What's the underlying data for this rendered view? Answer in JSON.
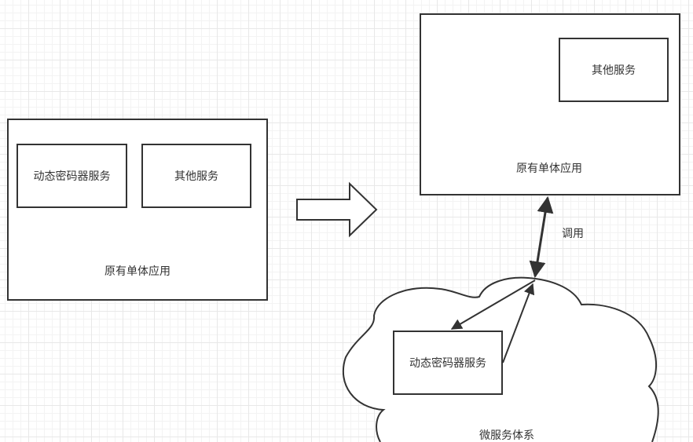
{
  "left_panel": {
    "container_label": "原有单体应用",
    "box1_label": "动态密码器服务",
    "box2_label": "其他服务"
  },
  "right_panel": {
    "container_label": "原有单体应用",
    "box_label": "其他服务"
  },
  "call_label": "调用",
  "cloud": {
    "label": "微服务体系",
    "box_label": "动态密码器服务"
  },
  "colors": {
    "stroke": "#333333",
    "fill": "#ffffff",
    "text": "#333333"
  }
}
